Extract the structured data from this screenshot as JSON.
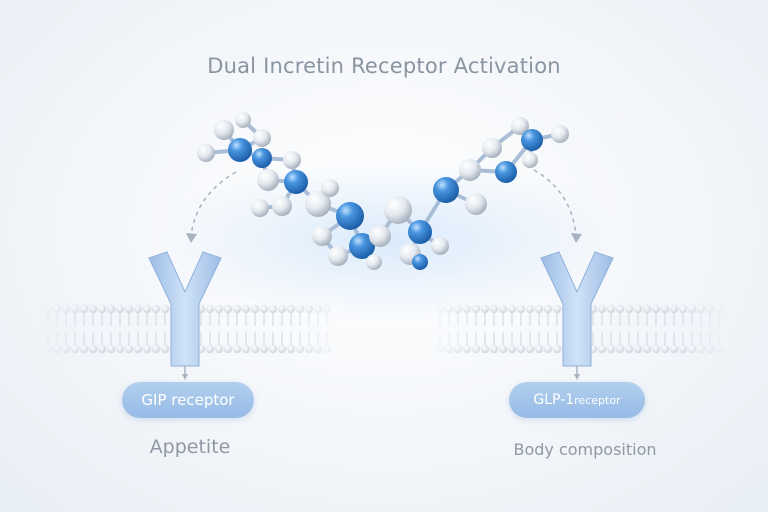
{
  "title": "Dual Incretin Receptor Activation",
  "receptors": [
    {
      "label_main": "GIP receptor",
      "label_small": "",
      "effect": "Appetite"
    },
    {
      "label_main": "GLP-1",
      "label_small": " receptor",
      "effect": "Body composition"
    }
  ],
  "colors": {
    "title": "#8a95a2",
    "receptor": "#a9c6ea",
    "pill": "#9fc1e8",
    "atom_blue": "#2f7fd0",
    "atom_silver": "#e6ebf1",
    "effect_text": "#8f98a4"
  },
  "icons": [
    "molecule-icon",
    "receptor-icon",
    "arrow-down-icon"
  ]
}
